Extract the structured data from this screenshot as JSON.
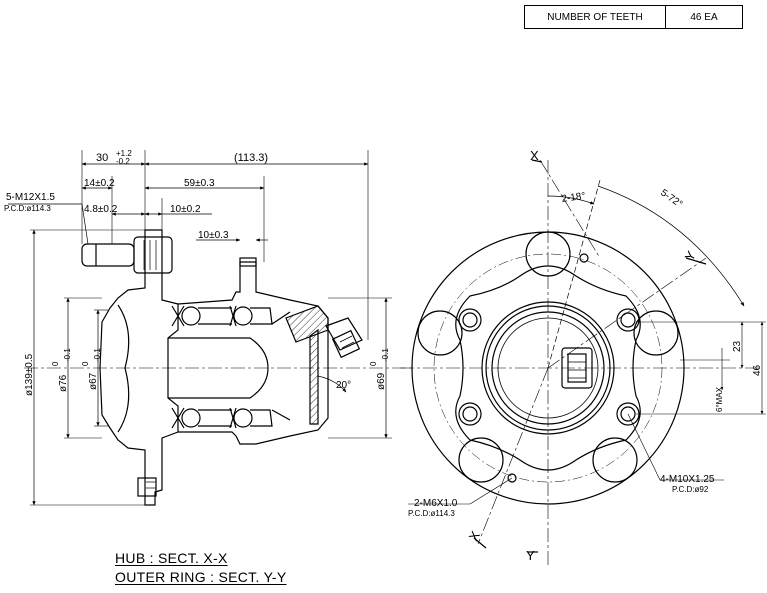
{
  "spec_table": {
    "label": "NUMBER OF TEETH",
    "value": "46 EA"
  },
  "side_view": {
    "dims": {
      "d30": "30",
      "d30_tol_upper": "+1.2",
      "d30_tol_lower": "-0.2",
      "d113": "(113.3)",
      "d14": "14±0.2",
      "d59": "59±0.3",
      "d48": "4.8±0.2",
      "d10a": "10±0.2",
      "d10b": "10±0.3",
      "d139": "ø139±0.5",
      "d76": "ø76",
      "d76_tol_upper": "0",
      "d76_tol_lower": "-0.1",
      "d67": "ø67",
      "d67_tol_upper": "0",
      "d67_tol_lower": "-0.1",
      "d69": "ø69",
      "d69_tol_upper": "0",
      "d69_tol_lower": "-0.1",
      "angle20": "20°"
    },
    "bolt_note": {
      "thread": "5-M12X1.5",
      "pcd": "P.C.D:ø114.3"
    }
  },
  "front_view": {
    "labels": {
      "x_top": "X",
      "x_bottom": "X",
      "y_right": "Y",
      "y_bottom": "Y",
      "ang_2_18": "2-18°",
      "ang_5_72": "5-72°",
      "dim_23": "23",
      "dim_46": "46",
      "dim_6max": "6°MAX"
    },
    "note_m10": {
      "thread": "4-M10X1.25",
      "pcd": "P.C.D:ø92"
    },
    "note_m6": {
      "thread": "2-M6X1.0",
      "pcd": "P.C.D:ø114.3"
    }
  },
  "captions": {
    "hub": "HUB : SECT. X-X",
    "outer_ring": "OUTER RING : SECT. Y-Y"
  }
}
